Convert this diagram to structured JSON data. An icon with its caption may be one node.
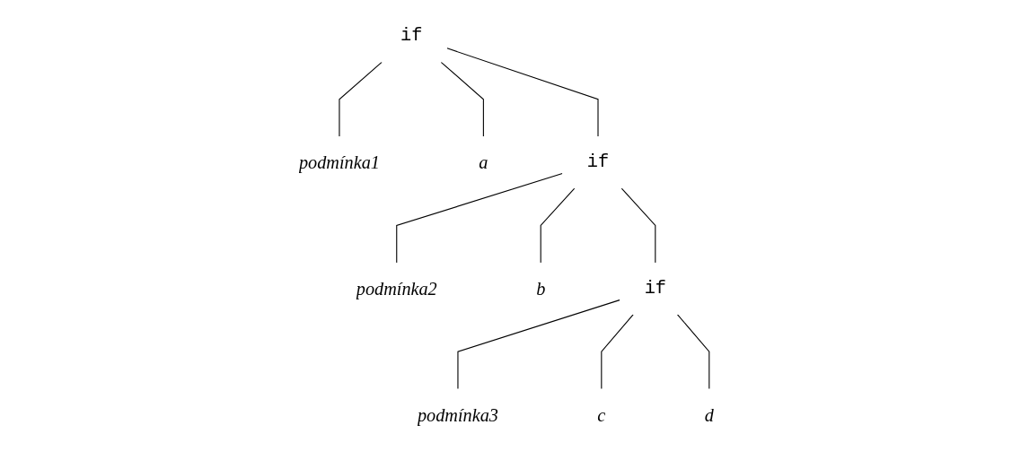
{
  "diagram": {
    "nodes": [
      {
        "text": [
          "if"
        ]
      },
      {
        "text": [
          "podmínka1"
        ]
      },
      {
        "text": [
          "a"
        ]
      },
      {
        "text": [
          "if"
        ]
      },
      {
        "text": [
          "podmínka2"
        ]
      },
      {
        "text": [
          "b"
        ]
      },
      {
        "text": [
          "if"
        ]
      },
      {
        "text": [
          "podmínka3"
        ]
      },
      {
        "text": [
          "c"
        ]
      },
      {
        "text": [
          "d"
        ]
      }
    ],
    "edges": [
      {
        "from": 0,
        "to": 1,
        "arrow": "none"
      },
      {
        "from": 0,
        "to": 2,
        "arrow": "none"
      },
      {
        "from": 0,
        "to": 3,
        "arrow": "none"
      },
      {
        "from": 3,
        "to": 4,
        "arrow": "none"
      },
      {
        "from": 3,
        "to": 5,
        "arrow": "none"
      },
      {
        "from": 3,
        "to": 6,
        "arrow": "none"
      },
      {
        "from": 6,
        "to": 7,
        "arrow": "none"
      },
      {
        "from": 6,
        "to": 8,
        "arrow": "none"
      },
      {
        "from": 6,
        "to": 9,
        "arrow": "none"
      }
    ]
  }
}
